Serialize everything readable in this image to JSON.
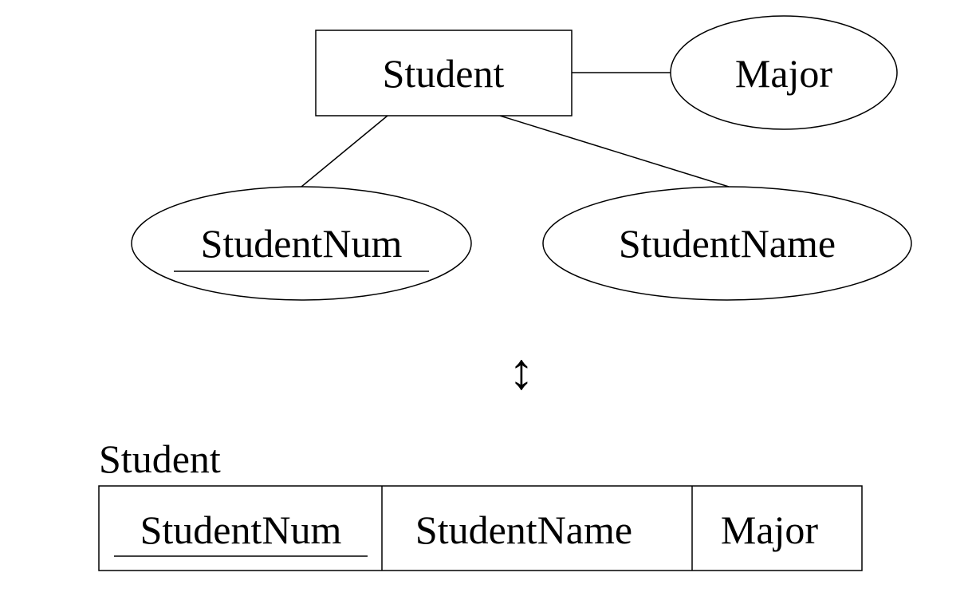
{
  "er": {
    "entity": "Student",
    "attributes": {
      "major": "Major",
      "key": "StudentNum",
      "name": "StudentName"
    }
  },
  "arrow": "↕",
  "relation": {
    "title": "Student",
    "columns": [
      "StudentNum",
      "StudentName",
      "Major"
    ],
    "key_column": "StudentNum"
  }
}
